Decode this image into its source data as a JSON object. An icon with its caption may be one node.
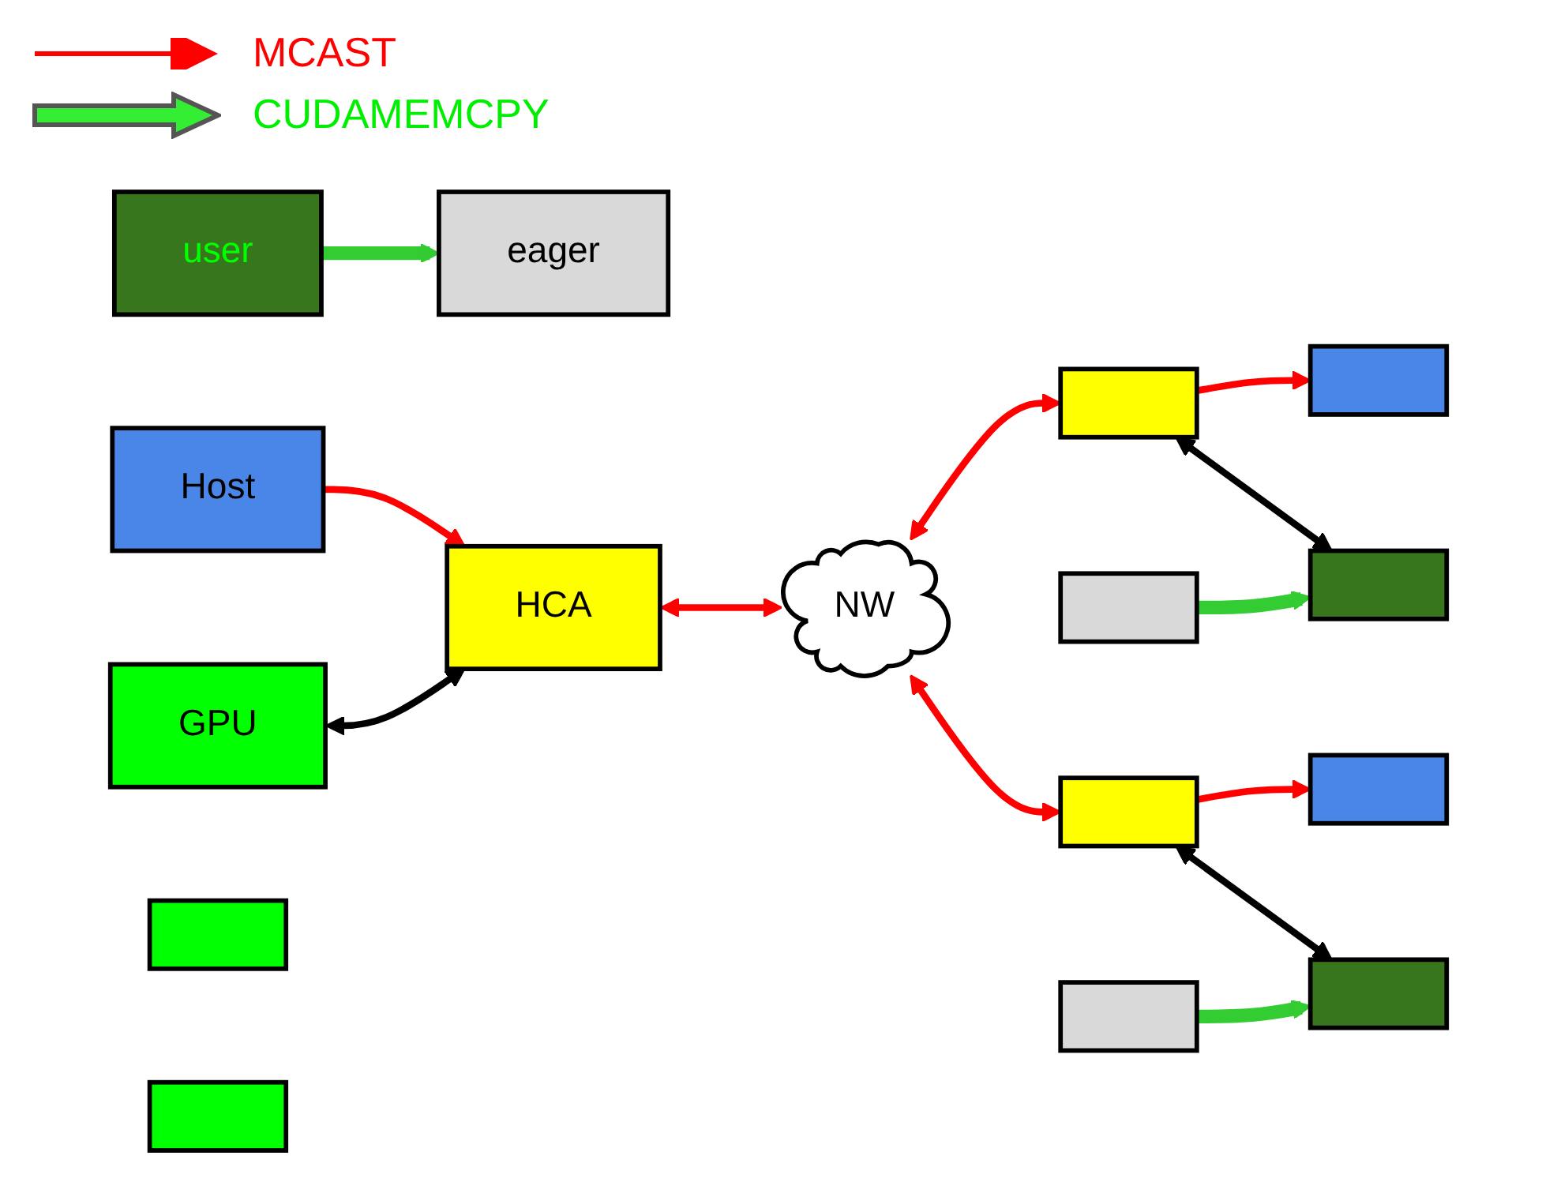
{
  "diagram": {
    "nodes": [
      {
        "text": [
          "eager"
        ]
      },
      {
        "text": [
          "Host"
        ]
      },
      {
        "text": [
          "user"
        ]
      },
      {
        "text": [
          "GPU"
        ]
      },
      {
        "text": [
          "HCA"
        ]
      },
      {
        "text": [
          "NW"
        ]
      },
      {
        "text": [],
        "shape": "box"
      },
      {
        "text": [],
        "shape": "box"
      },
      {
        "text": [],
        "shape": "box"
      },
      {
        "text": [],
        "shape": "box"
      },
      {
        "text": [],
        "shape": "box"
      },
      {
        "text": [],
        "shape": "box"
      },
      {
        "text": [],
        "shape": "box"
      },
      {
        "text": [],
        "shape": "box"
      },
      {
        "text": [],
        "shape": "box"
      },
      {
        "text": [],
        "shape": "box"
      }
    ],
    "edges": [
      {
        "from": 2,
        "to": 0,
        "arrow": "to",
        "style": "thick",
        "color": "#33cc33"
      },
      {
        "from": 1,
        "to": 4,
        "arrow": "to"
      },
      {
        "from": 3,
        "to": 4,
        "arrow": "both",
        "color": "#000000"
      },
      {
        "from": 4,
        "to": 5,
        "arrow": "both"
      },
      {
        "from": 5,
        "to": 6,
        "arrow": "both"
      },
      {
        "from": 6,
        "to": 8,
        "arrow": "to"
      },
      {
        "from": 6,
        "to": 9,
        "arrow": "both",
        "color": "#000000"
      },
      {
        "from": 7,
        "to": 9,
        "arrow": "to",
        "style": "thick",
        "color": "#33cc33"
      },
      {
        "from": 5,
        "to": 11,
        "arrow": "both"
      },
      {
        "from": 11,
        "to": 13,
        "arrow": "to"
      },
      {
        "from": 11,
        "to": 14,
        "arrow": "both",
        "color": "#000000"
      },
      {
        "from": 12,
        "to": 14,
        "arrow": "to",
        "style": "thick",
        "color": "#33cc33"
      }
    ],
    "legend": [
      {
        "text": "MCAST"
      },
      {
        "text": "CUDAMEMCPY"
      }
    ]
  }
}
